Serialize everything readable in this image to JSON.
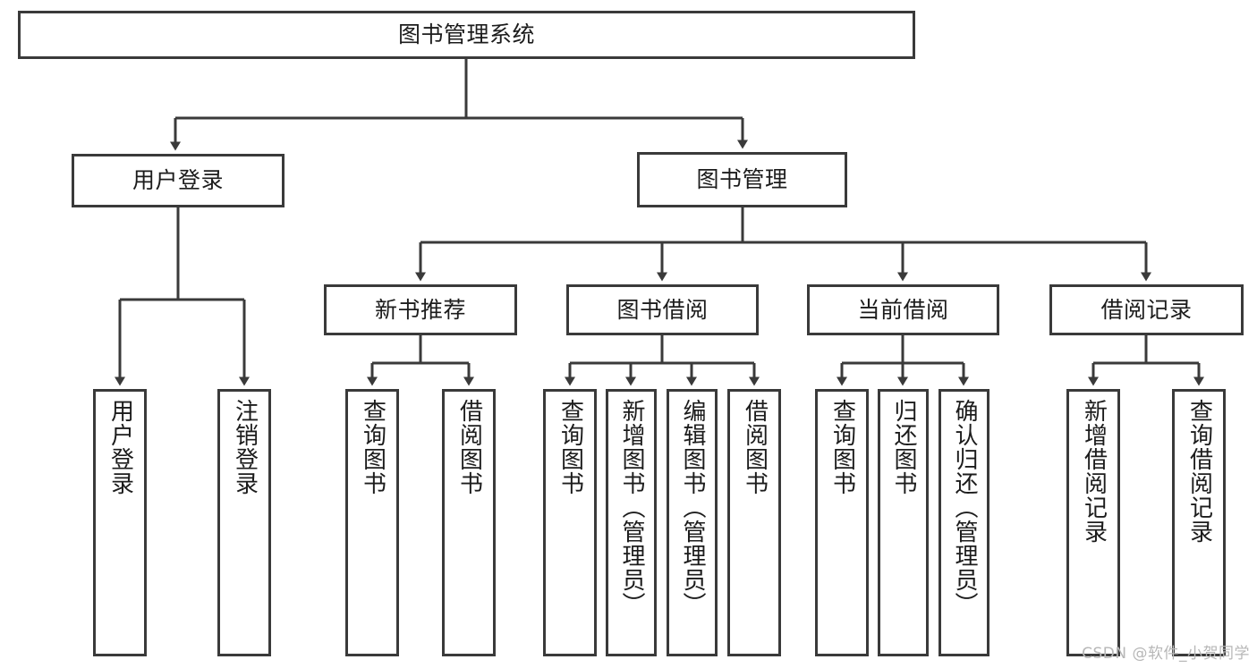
{
  "diagram": {
    "type": "tree-hierarchy",
    "title": "图书管理系统",
    "watermark": "CSDN @软件_小贺同学",
    "colors": {
      "stroke": "#3a3a3a",
      "fill": "#ffffff",
      "text": "#1c1c1c",
      "watermark": "#b7b7b7"
    },
    "nodes": {
      "root": {
        "label": "图书管理系统"
      },
      "level1": [
        {
          "id": "user-login",
          "label": "用户登录"
        },
        {
          "id": "book-management",
          "label": "图书管理"
        }
      ],
      "level2": [
        {
          "id": "new-book-recommend",
          "label": "新书推荐"
        },
        {
          "id": "book-borrow",
          "label": "图书借阅"
        },
        {
          "id": "current-borrow",
          "label": "当前借阅"
        },
        {
          "id": "borrow-record",
          "label": "借阅记录"
        }
      ],
      "leaves": {
        "user-login": [
          {
            "id": "leaf-user-login",
            "label": "用户登录"
          },
          {
            "id": "leaf-logout-login",
            "label": "注销登录"
          }
        ],
        "new-book-recommend": [
          {
            "id": "leaf-query-book-1",
            "label": "查询图书"
          },
          {
            "id": "leaf-borrow-book-1",
            "label": "借阅图书"
          }
        ],
        "book-borrow": [
          {
            "id": "leaf-query-book-2",
            "label": "查询图书"
          },
          {
            "id": "leaf-add-book-admin",
            "label": "新增图书（管理员）"
          },
          {
            "id": "leaf-edit-book-admin",
            "label": "编辑图书（管理员）"
          },
          {
            "id": "leaf-borrow-book-2",
            "label": "借阅图书"
          }
        ],
        "current-borrow": [
          {
            "id": "leaf-query-book-3",
            "label": "查询图书"
          },
          {
            "id": "leaf-return-book",
            "label": "归还图书"
          },
          {
            "id": "leaf-confirm-return-admin",
            "label": "确认归还（管理员）"
          }
        ],
        "borrow-record": [
          {
            "id": "leaf-add-borrow-record",
            "label": "新增借阅记录"
          },
          {
            "id": "leaf-query-borrow-record",
            "label": "查询借阅记录"
          }
        ]
      }
    }
  }
}
